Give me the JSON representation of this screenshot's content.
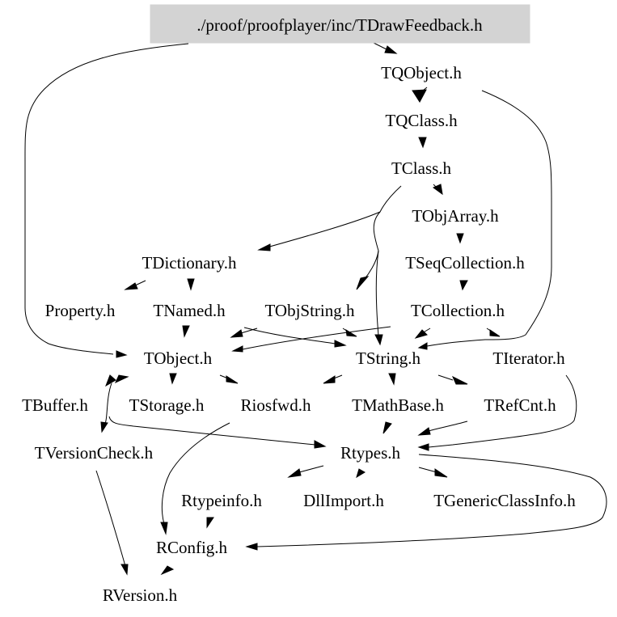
{
  "graph": {
    "title": "./proof/proofplayer/inc/TDrawFeedback.h",
    "root": "./proof/proofplayer/inc/TDrawFeedback.h",
    "colors": {
      "root_fill": "#d3d3d3",
      "edge": "#000000",
      "text": "#000000",
      "background": "#ffffff"
    },
    "nodes": [
      {
        "id": "root",
        "label": "./proof/proofplayer/inc/TDrawFeedback.h"
      },
      {
        "id": "TQObject",
        "label": "TQObject.h"
      },
      {
        "id": "TQClass",
        "label": "TQClass.h"
      },
      {
        "id": "TClass",
        "label": "TClass.h"
      },
      {
        "id": "TObjArray",
        "label": "TObjArray.h"
      },
      {
        "id": "TDictionary",
        "label": "TDictionary.h"
      },
      {
        "id": "TSeqCollection",
        "label": "TSeqCollection.h"
      },
      {
        "id": "Property",
        "label": "Property.h"
      },
      {
        "id": "TNamed",
        "label": "TNamed.h"
      },
      {
        "id": "TObjString",
        "label": "TObjString.h"
      },
      {
        "id": "TCollection",
        "label": "TCollection.h"
      },
      {
        "id": "TObject",
        "label": "TObject.h"
      },
      {
        "id": "TString",
        "label": "TString.h"
      },
      {
        "id": "TIterator",
        "label": "TIterator.h"
      },
      {
        "id": "TBuffer",
        "label": "TBuffer.h"
      },
      {
        "id": "TStorage",
        "label": "TStorage.h"
      },
      {
        "id": "Riosfwd",
        "label": "Riosfwd.h"
      },
      {
        "id": "TMathBase",
        "label": "TMathBase.h"
      },
      {
        "id": "TRefCnt",
        "label": "TRefCnt.h"
      },
      {
        "id": "TVersionCheck",
        "label": "TVersionCheck.h"
      },
      {
        "id": "Rtypes",
        "label": "Rtypes.h"
      },
      {
        "id": "Rtypeinfo",
        "label": "Rtypeinfo.h"
      },
      {
        "id": "DllImport",
        "label": "DllImport.h"
      },
      {
        "id": "TGenericClassInfo",
        "label": "TGenericClassInfo.h"
      },
      {
        "id": "RConfig",
        "label": "RConfig.h"
      },
      {
        "id": "RVersion",
        "label": "RVersion.h"
      }
    ],
    "edges": [
      {
        "from": "root",
        "to": "TQObject"
      },
      {
        "from": "root",
        "to": "TObject"
      },
      {
        "from": "TQObject",
        "to": "TQClass"
      },
      {
        "from": "TQObject",
        "to": "TString"
      },
      {
        "from": "TQClass",
        "to": "TClass"
      },
      {
        "from": "TClass",
        "to": "TObjArray"
      },
      {
        "from": "TClass",
        "to": "TDictionary"
      },
      {
        "from": "TClass",
        "to": "TObjString"
      },
      {
        "from": "TClass",
        "to": "TString"
      },
      {
        "from": "TObjArray",
        "to": "TSeqCollection"
      },
      {
        "from": "TSeqCollection",
        "to": "TCollection"
      },
      {
        "from": "TDictionary",
        "to": "Property"
      },
      {
        "from": "TDictionary",
        "to": "TNamed"
      },
      {
        "from": "TNamed",
        "to": "TObject"
      },
      {
        "from": "TNamed",
        "to": "TString"
      },
      {
        "from": "TObjString",
        "to": "TObject"
      },
      {
        "from": "TObjString",
        "to": "TString"
      },
      {
        "from": "TCollection",
        "to": "TObject"
      },
      {
        "from": "TCollection",
        "to": "TString"
      },
      {
        "from": "TCollection",
        "to": "TIterator"
      },
      {
        "from": "TObject",
        "to": "TStorage"
      },
      {
        "from": "TObject",
        "to": "Riosfwd"
      },
      {
        "from": "TObject",
        "to": "TVersionCheck"
      },
      {
        "from": "TObject",
        "to": "Rtypes"
      },
      {
        "from": "TBuffer",
        "to": "TObject"
      },
      {
        "from": "TString",
        "to": "Riosfwd"
      },
      {
        "from": "TString",
        "to": "TMathBase"
      },
      {
        "from": "TString",
        "to": "TRefCnt"
      },
      {
        "from": "TIterator",
        "to": "Rtypes"
      },
      {
        "from": "TMathBase",
        "to": "Rtypes"
      },
      {
        "from": "TRefCnt",
        "to": "Rtypes"
      },
      {
        "from": "Riosfwd",
        "to": "RConfig"
      },
      {
        "from": "Rtypes",
        "to": "Rtypeinfo"
      },
      {
        "from": "Rtypes",
        "to": "DllImport"
      },
      {
        "from": "Rtypes",
        "to": "TGenericClassInfo"
      },
      {
        "from": "Rtypes",
        "to": "RConfig"
      },
      {
        "from": "Rtypeinfo",
        "to": "RConfig"
      },
      {
        "from": "TVersionCheck",
        "to": "RVersion"
      },
      {
        "from": "RConfig",
        "to": "RVersion"
      }
    ]
  }
}
